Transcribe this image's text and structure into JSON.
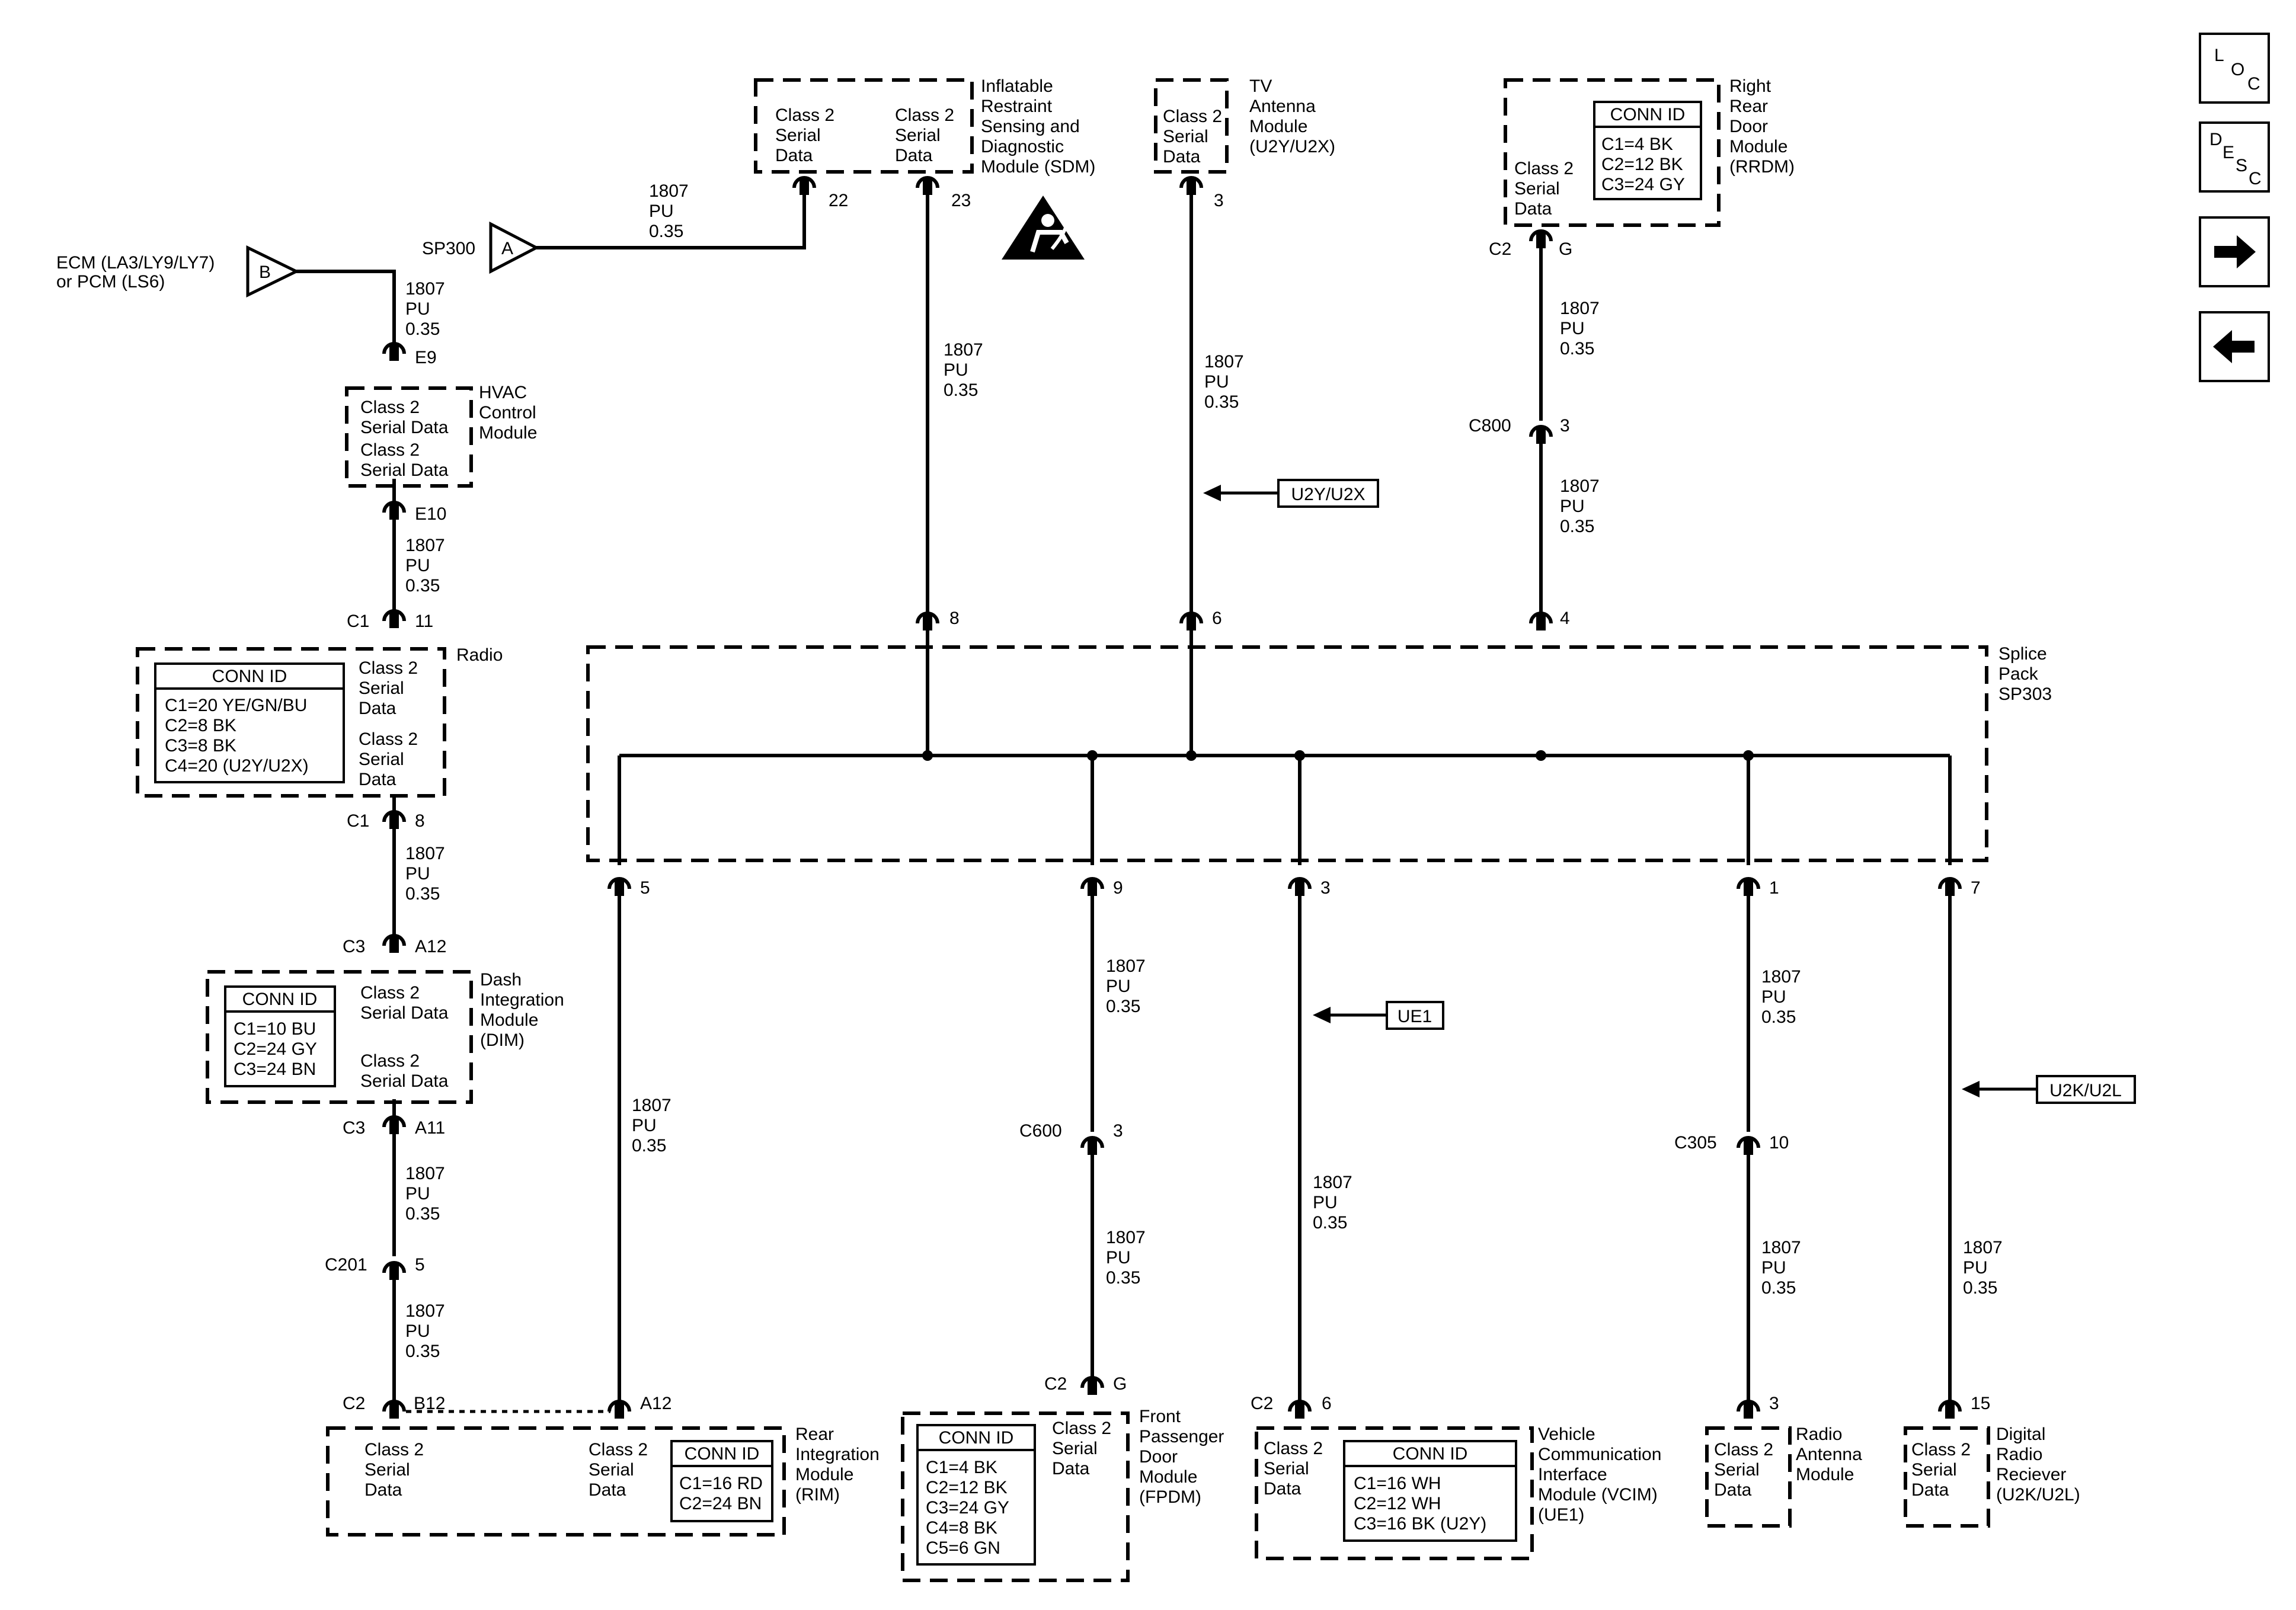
{
  "wire": {
    "circuit": "1807",
    "color": "PU",
    "gauge": "0.35"
  },
  "sources": {
    "ecm": {
      "flag": "B",
      "line1": "ECM (LA3/LY9/LY7)",
      "line2": "or PCM (LS6)"
    },
    "sp300": {
      "flag": "A",
      "label": "SP300"
    }
  },
  "modules": {
    "sdm": {
      "name": [
        "Inflatable",
        "Restraint",
        "Sensing and",
        "Diagnostic",
        "Module (SDM)"
      ],
      "pins": [
        "22",
        "23"
      ]
    },
    "tv": {
      "name": [
        "TV",
        "Antenna",
        "Module",
        "(U2Y/U2X)"
      ],
      "pin": "3"
    },
    "rrdm": {
      "name": [
        "Right",
        "Rear",
        "Door",
        "Module",
        "(RRDM)"
      ],
      "conn_title": "CONN ID",
      "conn": [
        "C1=4 BK",
        "C2=12 BK",
        "C3=24 GY"
      ],
      "conn_ref": "C2",
      "pin": "G"
    },
    "hvac": {
      "name": [
        "HVAC",
        "Control",
        "Module"
      ],
      "pins": [
        "E9",
        "E10"
      ]
    },
    "radio": {
      "name": [
        "Radio"
      ],
      "conn_title": "CONN ID",
      "conn": [
        "C1=20 YE/GN/BU",
        "C2=8 BK",
        "C3=8 BK",
        "C4=20 (U2Y/U2X)"
      ],
      "top_conn": "C1",
      "top_pin": "11",
      "bot_conn": "C1",
      "bot_pin": "8"
    },
    "dim": {
      "name": [
        "Dash",
        "Integration",
        "Module",
        "(DIM)"
      ],
      "conn_title": "CONN ID",
      "conn": [
        "C1=10 BU",
        "C2=24 GY",
        "C3=24 BN"
      ],
      "top_conn": "C3",
      "top_pin": "A12",
      "bot_conn": "C3",
      "bot_pin": "A11"
    },
    "rim": {
      "name": [
        "Rear",
        "Integration",
        "Module",
        "(RIM)"
      ],
      "conn_title": "CONN ID",
      "conn": [
        "C1=16 RD",
        "C2=24 BN"
      ],
      "conn_ref": "C2",
      "pin_left": "B12",
      "pin_right": "A12"
    },
    "fpdm": {
      "name": [
        "Front",
        "Passenger",
        "Door",
        "Module",
        "(FPDM)"
      ],
      "conn_title": "CONN ID",
      "conn": [
        "C1=4 BK",
        "C2=12 BK",
        "C3=24 GY",
        "C4=8 BK",
        "C5=6 GN"
      ],
      "conn_ref": "C2",
      "pin": "G"
    },
    "vcim": {
      "name": [
        "Vehicle",
        "Communication",
        "Interface",
        "Module (VCIM)",
        "(UE1)"
      ],
      "conn_title": "CONN ID",
      "conn": [
        "C1=16 WH",
        "C2=12 WH",
        "C3=16 BK (U2Y)"
      ],
      "conn_ref": "C2",
      "pin": "6"
    },
    "ram": {
      "name": [
        "Radio",
        "Antenna",
        "Module"
      ],
      "pin": "3"
    },
    "drr": {
      "name": [
        "Digital",
        "Radio",
        "Reciever",
        "(U2K/U2L)"
      ],
      "pin": "15"
    }
  },
  "serial_label": [
    "Class 2",
    "Serial",
    "Data"
  ],
  "serial_data_short": [
    "Class 2",
    "Serial Data"
  ],
  "splice": {
    "name": [
      "Splice",
      "Pack",
      "SP303"
    ],
    "top_pins": [
      "8",
      "6",
      "4"
    ],
    "bottom_pins": [
      "5",
      "9",
      "3",
      "1",
      "7"
    ]
  },
  "inline_connectors": {
    "c201": {
      "id": "C201",
      "pin": "5"
    },
    "c800": {
      "id": "C800",
      "pin": "3"
    },
    "c600": {
      "id": "C600",
      "pin": "3"
    },
    "c305": {
      "id": "C305",
      "pin": "10"
    }
  },
  "options": {
    "tv": "U2Y/U2X",
    "vcim": "UE1",
    "drr": "U2K/U2L"
  },
  "nav": {
    "loc": [
      "L",
      "O",
      "C"
    ],
    "desc": [
      "D",
      "E",
      "S",
      "C"
    ]
  }
}
